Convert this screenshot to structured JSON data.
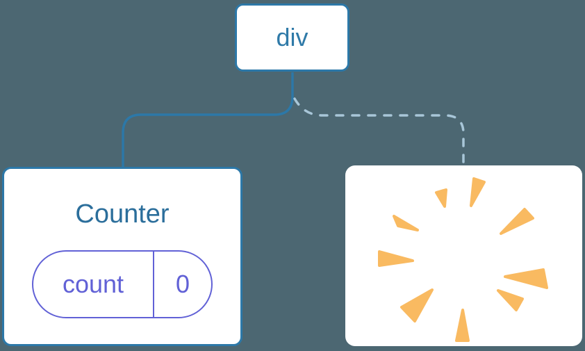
{
  "diagram": {
    "root": {
      "label": "div"
    },
    "counter": {
      "title": "Counter",
      "state_key": "count",
      "state_value": "0"
    },
    "removed": {
      "icon": "poof-burst"
    }
  },
  "colors": {
    "background": "#4C6772",
    "card_bg": "#FFFFFF",
    "node_border": "#2C78A8",
    "div_text": "#2F7AA8",
    "counter_text": "#2B6E9B",
    "state_purple": "#6161D6",
    "solid_line": "#2C78A8",
    "dashed_line": "#A8C6D8",
    "poof_orange": "#F9BA61"
  }
}
